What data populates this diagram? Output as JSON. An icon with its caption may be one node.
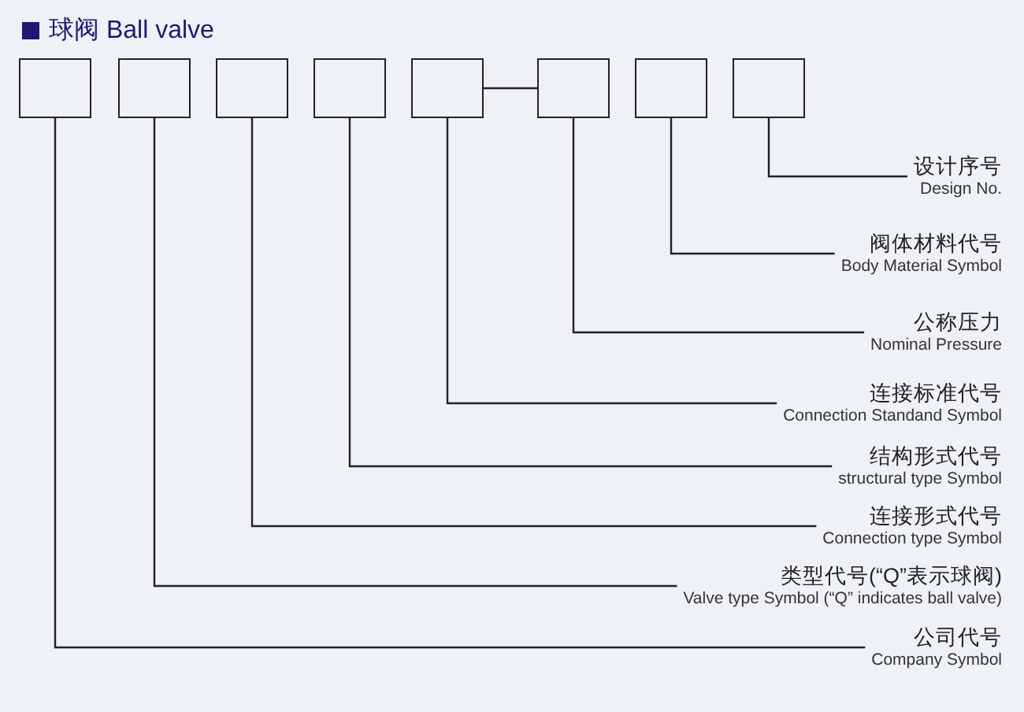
{
  "diagram": {
    "title": "球阀 Ball valve",
    "nodes": [
      {
        "text": [],
        "shape": "box"
      },
      {
        "text": [],
        "shape": "box"
      },
      {
        "text": [],
        "shape": "box"
      },
      {
        "text": [],
        "shape": "box"
      },
      {
        "text": [],
        "shape": "box"
      },
      {
        "text": [],
        "shape": "box"
      },
      {
        "text": [],
        "shape": "box"
      },
      {
        "text": [],
        "shape": "box"
      },
      {
        "text": [
          "设计序号",
          "Design No."
        ]
      },
      {
        "text": [
          "阀体材料代号",
          "Body Material Symbol"
        ]
      },
      {
        "text": [
          "公称压力",
          "Nominal Pressure"
        ]
      },
      {
        "text": [
          "连接标准代号",
          "Connection Standand Symbol"
        ]
      },
      {
        "text": [
          "结构形式代号",
          "structural type Symbol"
        ]
      },
      {
        "text": [
          "连接形式代号",
          "Connection type Symbol"
        ]
      },
      {
        "text": [
          "类型代号(“Q”表示球阀)",
          "Valve type Symbol (“Q” indicates ball valve)"
        ]
      },
      {
        "text": [
          "公司代号",
          "Company Symbol"
        ]
      }
    ],
    "edges": [
      {
        "from": 4,
        "to": 5,
        "arrow": "none"
      },
      {
        "from": 7,
        "to": 8,
        "arrow": "none"
      },
      {
        "from": 6,
        "to": 9,
        "arrow": "none"
      },
      {
        "from": 5,
        "to": 10,
        "arrow": "none"
      },
      {
        "from": 4,
        "to": 11,
        "arrow": "none"
      },
      {
        "from": 3,
        "to": 12,
        "arrow": "none"
      },
      {
        "from": 2,
        "to": 13,
        "arrow": "none"
      },
      {
        "from": 1,
        "to": 14,
        "arrow": "none"
      },
      {
        "from": 0,
        "to": 15,
        "arrow": "none"
      }
    ]
  }
}
